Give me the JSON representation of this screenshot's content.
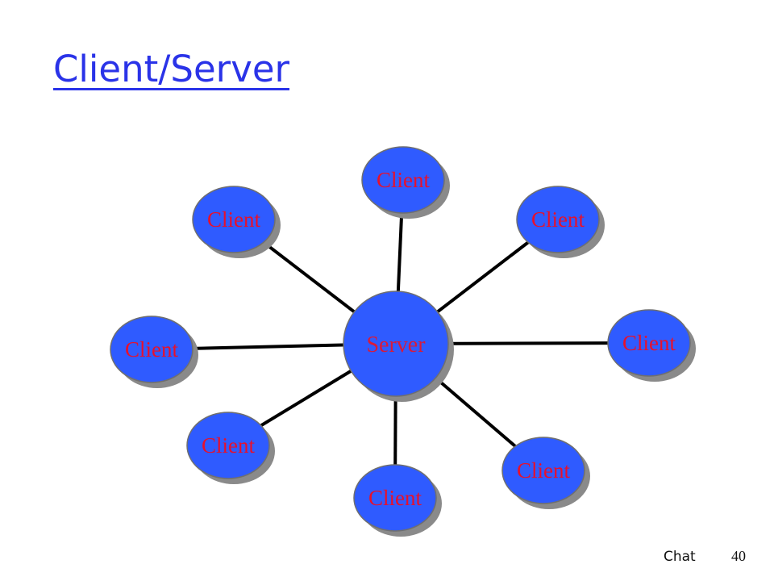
{
  "slide": {
    "title": "Client/Server",
    "footer_label": "Chat",
    "page_number": "40"
  },
  "diagram": {
    "colors": {
      "node_fill": "#2f5bff",
      "node_shadow": "#8a8a8a",
      "node_text": "#e8102b",
      "edge": "#000000",
      "title": "#2a33e8"
    },
    "server": {
      "label": "Server"
    },
    "clients": [
      {
        "label": "Client"
      },
      {
        "label": "Client"
      },
      {
        "label": "Client"
      },
      {
        "label": "Client"
      },
      {
        "label": "Client"
      },
      {
        "label": "Client"
      },
      {
        "label": "Client"
      },
      {
        "label": "Client"
      }
    ],
    "links": [
      {
        "from": "server",
        "to": "client-1"
      },
      {
        "from": "server",
        "to": "client-2"
      },
      {
        "from": "server",
        "to": "client-3"
      },
      {
        "from": "server",
        "to": "client-4"
      },
      {
        "from": "server",
        "to": "client-5"
      },
      {
        "from": "server",
        "to": "client-6"
      },
      {
        "from": "server",
        "to": "client-7"
      },
      {
        "from": "server",
        "to": "client-8"
      }
    ]
  }
}
